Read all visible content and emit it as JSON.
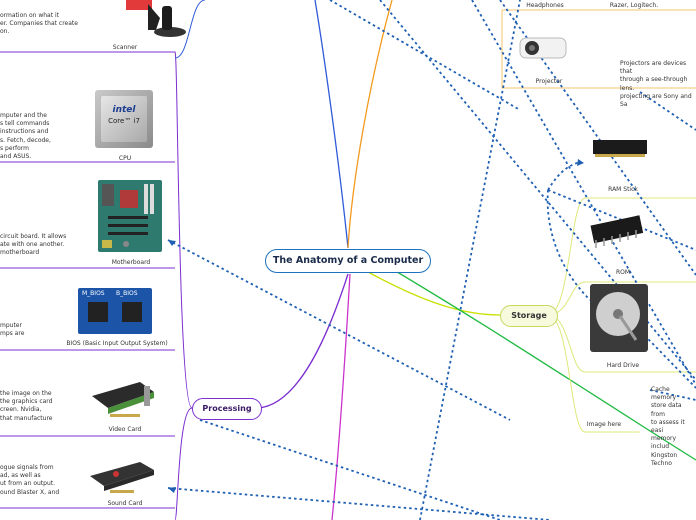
{
  "central_topic": "The Anatomy of a Computer",
  "branches": {
    "processing": "Processing",
    "storage": "Storage"
  },
  "processing_items": {
    "scanner": {
      "caption": "Scanner",
      "desc": "ormation on what it\ner. Companies that create\non."
    },
    "cpu": {
      "caption": "CPU",
      "logo_text": "intel",
      "logo_sub": "Core™ i7",
      "desc": "mputer and the\ns tell commands\ninstructions and\ns. Fetch, decode,\ns perform\nand ASUS."
    },
    "motherboard": {
      "caption": "Motherboard",
      "desc": "circuit board. It allows\nate with one another.\nmotherboard"
    },
    "bios": {
      "caption": "BIOS (Basic Input Output System)",
      "chip_labels": [
        "M_BIOS",
        "B_BIOS"
      ],
      "desc": "mputer\nmps are"
    },
    "video_card": {
      "caption": "Video Card",
      "desc": "the image on the\nthe graphics card\ncreen. Nvidia,\nthat manufacture"
    },
    "sound_card": {
      "caption": "Sound Card",
      "desc": "ogue signals from\nad, as well as\nut from an output.\nound Blaster X, and"
    }
  },
  "output_items": {
    "headphones": {
      "caption": "Headphones",
      "brands": "Razer, Logitech."
    },
    "projector": {
      "caption": "Projector",
      "desc": "Projectors are devices that\nthrough a see-through lens.\nprojecting are Sony and Sa"
    }
  },
  "storage_items": {
    "ram": {
      "caption": "RAM Stick"
    },
    "rom": {
      "caption": "ROM"
    },
    "hard_drive": {
      "caption": "Hard Drive"
    },
    "cache": {
      "caption": "Image here",
      "desc": "Cache memory\nstore data from\nto assess it easi\nmemory includ\nKingston Techno"
    }
  },
  "colors": {
    "blue_link": "#1e5fb4",
    "processing_branch": "#7b2fd0",
    "storage_branch": "#c8e000",
    "output_branch": "#f39a1e",
    "input_branch": "#2f5bd8",
    "magenta_branch": "#cc33cc",
    "green_branch": "#22bb44"
  }
}
